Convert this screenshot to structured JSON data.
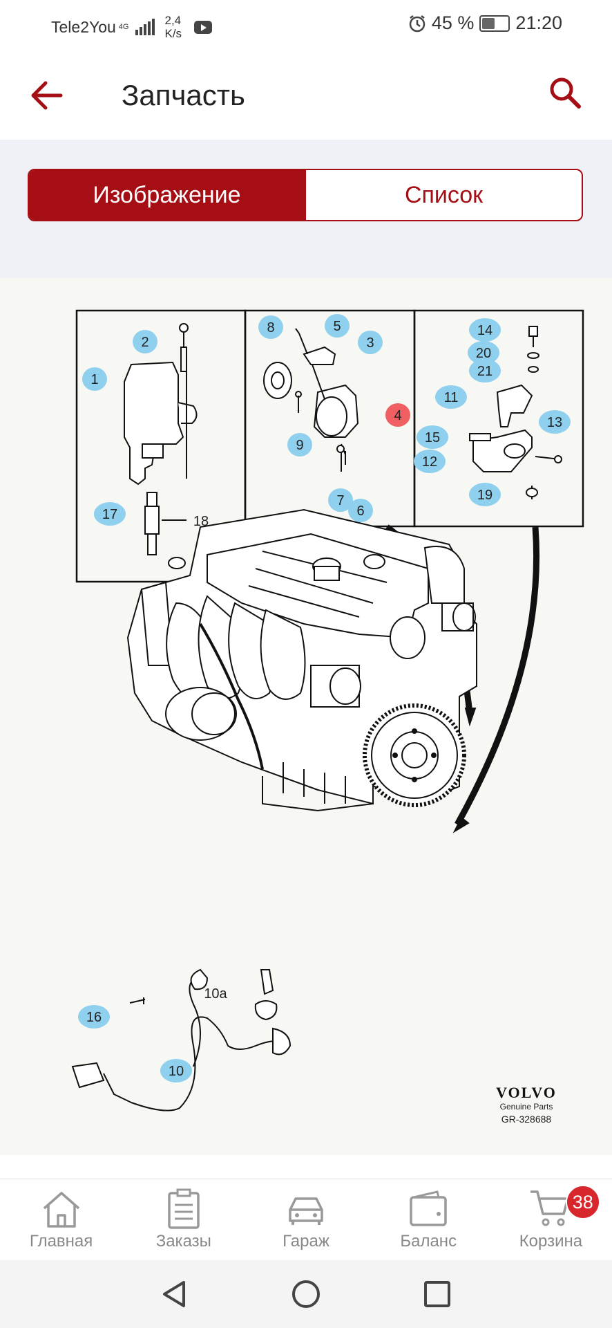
{
  "status_bar": {
    "carrier": "Tele2You",
    "network_type": "4G",
    "speed_value": "2,4",
    "speed_unit": "K/s",
    "battery_percent": "45 %",
    "time": "21:20"
  },
  "app_bar": {
    "title": "Запчасть"
  },
  "view_tabs": {
    "image_label": "Изображение",
    "list_label": "Список",
    "selected": "image"
  },
  "diagram": {
    "callouts": [
      "1",
      "2",
      "3",
      "4",
      "5",
      "6",
      "7",
      "8",
      "9",
      "10",
      "10a",
      "11",
      "12",
      "13",
      "14",
      "15",
      "16",
      "17",
      "18",
      "19",
      "20",
      "21"
    ],
    "highlighted_callout": "4",
    "brand": "VOLVO",
    "brand_subtitle": "Genuine Parts",
    "figure_code": "GR-328688",
    "colors": {
      "callout": "#8fd0ee",
      "highlight": "#f06063"
    }
  },
  "bottom_nav": {
    "items": [
      {
        "label": "Главная",
        "icon": "home-icon"
      },
      {
        "label": "Заказы",
        "icon": "clipboard-icon"
      },
      {
        "label": "Гараж",
        "icon": "car-icon"
      },
      {
        "label": "Баланс",
        "icon": "wallet-icon"
      },
      {
        "label": "Корзина",
        "icon": "cart-icon"
      }
    ],
    "cart_badge": "38"
  },
  "colors": {
    "accent": "#a50e14",
    "badge": "#d7262c",
    "background": "#f0f1f6"
  }
}
